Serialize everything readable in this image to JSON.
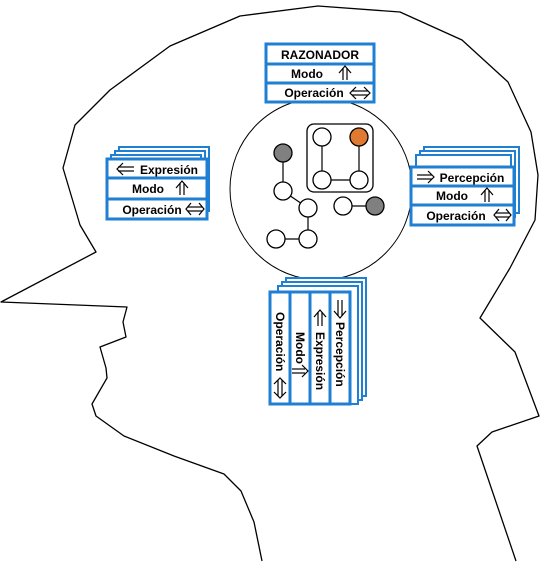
{
  "colors": {
    "outline": "#000000",
    "box_border": "#1f7fd2",
    "node_dark": "#808080",
    "node_orange": "#e07a30",
    "node_light": "#ffffff"
  },
  "razonador": {
    "title": "RAZONADOR",
    "modo": "Modo",
    "operacion": "Operación",
    "modo_icon": "up-arrow-icon",
    "operacion_icon": "double-arrow-icon"
  },
  "expresion": {
    "title": "Expresión",
    "modo": "Modo",
    "operacion": "Operación",
    "title_icon": "left-arrow-icon"
  },
  "percepcion": {
    "title": "Percepción",
    "modo": "Modo",
    "operacion": "Operación",
    "title_icon": "right-arrow-icon"
  },
  "bottom": {
    "percepcion": "Percepción",
    "expresion": "Expresión",
    "modo": "Modo",
    "operacion": "Operación"
  }
}
